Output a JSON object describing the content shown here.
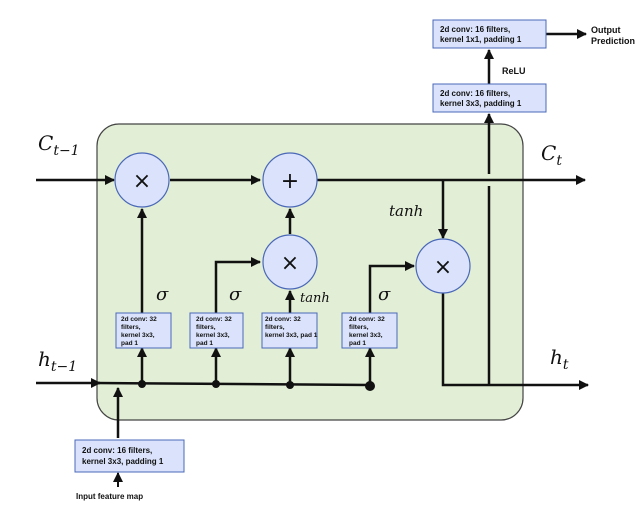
{
  "labels": {
    "c_prev": "C",
    "c_prev_sub": "t−1",
    "c_next": "C",
    "c_next_sub": "t",
    "h_prev": "h",
    "h_prev_sub": "t−1",
    "h_next": "h",
    "h_next_sub": "t",
    "sigma": "σ",
    "tanh": "tanh",
    "relu": "ReLU",
    "output": [
      "Output",
      "Prediction"
    ],
    "input": "Input feature map"
  },
  "operators": {
    "multiply": "×",
    "add": "+"
  },
  "gate_convs": [
    [
      "2d conv: 32",
      "filters,",
      "kernel 3x3,",
      "pad 1"
    ],
    [
      "2d conv: 32",
      "filters,",
      "kernel 3x3,",
      "pad 1"
    ],
    [
      "2d conv: 32",
      "filters,",
      "kernel 3x3, pad 1"
    ],
    [
      "2d conv: 32",
      "filters,",
      "kernel 3x3,",
      "pad 1"
    ]
  ],
  "input_conv": [
    "2d conv: 16 filters,",
    "kernel 3x3, padding 1"
  ],
  "output_conv1": [
    "2d conv: 16 filters,",
    "kernel 3x3, padding 1"
  ],
  "output_conv2": [
    "2d conv: 16 filters,",
    "kernel 1x1, padding 1"
  ],
  "colors": {
    "cell_fill": "#e2eed6",
    "cell_stroke": "#444444",
    "box_fill": "#dae3fb",
    "box_stroke": "#4a68b8",
    "line": "#111111"
  }
}
